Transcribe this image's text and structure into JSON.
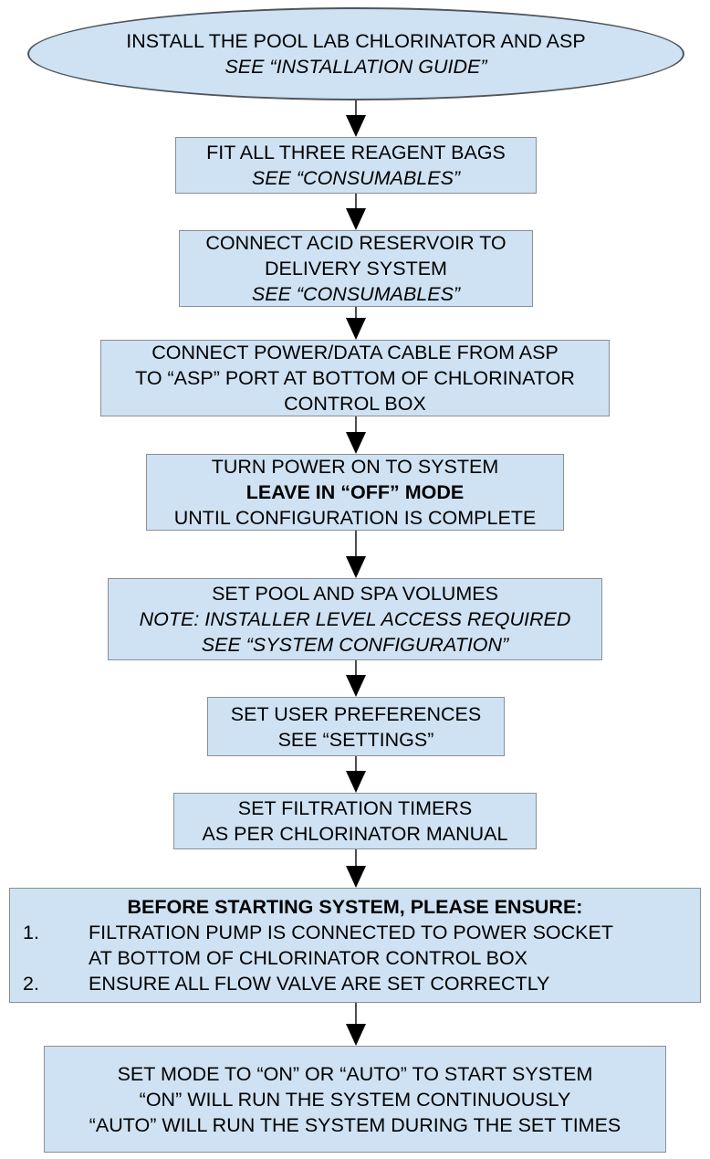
{
  "colors": {
    "node_fill": "#cfe2f3",
    "node_border": "#8a8f94",
    "ellipse_border": "#4f555b",
    "arrow_line": "#4d4d4d",
    "arrow_head": "#000000",
    "text": "#000000",
    "background": "#ffffff"
  },
  "nodes": [
    {
      "name": "step-install",
      "shape": "ellipse",
      "lines": [
        "INSTALL THE POOL LAB CHLORINATOR AND ASP",
        "SEE “INSTALLATION GUIDE”"
      ]
    },
    {
      "name": "step-fit-reagent-bags",
      "shape": "rect",
      "lines": [
        "FIT ALL THREE REAGENT BAGS",
        "SEE “CONSUMABLES”"
      ]
    },
    {
      "name": "step-connect-acid-reservoir",
      "shape": "rect",
      "lines": [
        "CONNECT ACID RESERVOIR TO",
        "DELIVERY SYSTEM",
        "SEE “CONSUMABLES”"
      ]
    },
    {
      "name": "step-connect-power-data-cable",
      "shape": "rect",
      "lines": [
        "CONNECT POWER/DATA CABLE FROM ASP",
        "TO “ASP” PORT AT BOTTOM OF CHLORINATOR",
        "CONTROL BOX"
      ]
    },
    {
      "name": "step-turn-power-on",
      "shape": "rect",
      "lines": [
        "TURN POWER ON TO SYSTEM",
        "LEAVE IN “OFF” MODE",
        "UNTIL CONFIGURATION IS COMPLETE"
      ]
    },
    {
      "name": "step-set-pool-spa-volumes",
      "shape": "rect",
      "lines": [
        "SET POOL AND SPA VOLUMES",
        "NOTE: INSTALLER LEVEL ACCESS REQUIRED",
        "SEE “SYSTEM CONFIGURATION”"
      ]
    },
    {
      "name": "step-set-user-preferences",
      "shape": "rect",
      "lines": [
        "SET USER PREFERENCES",
        "SEE “SETTINGS”"
      ]
    },
    {
      "name": "step-set-filtration-timers",
      "shape": "rect",
      "lines": [
        "SET FILTRATION TIMERS",
        "AS PER CHLORINATOR MANUAL"
      ]
    },
    {
      "name": "step-before-starting-checklist",
      "shape": "rect",
      "heading": "BEFORE STARTING SYSTEM, PLEASE ENSURE:",
      "items": [
        {
          "num": "1.",
          "lines": [
            "FILTRATION PUMP IS CONNECTED TO POWER SOCKET",
            "AT BOTTOM OF CHLORINATOR CONTROL BOX"
          ]
        },
        {
          "num": "2.",
          "lines": [
            "ENSURE ALL FLOW VALVE ARE SET CORRECTLY"
          ]
        }
      ]
    },
    {
      "name": "step-set-mode-start",
      "shape": "rect",
      "lines": [
        "SET MODE TO “ON” OR “AUTO” TO START SYSTEM",
        "“ON” WILL RUN THE SYSTEM CONTINUOUSLY",
        "“AUTO” WILL RUN THE SYSTEM DURING THE SET TIMES"
      ]
    }
  ]
}
